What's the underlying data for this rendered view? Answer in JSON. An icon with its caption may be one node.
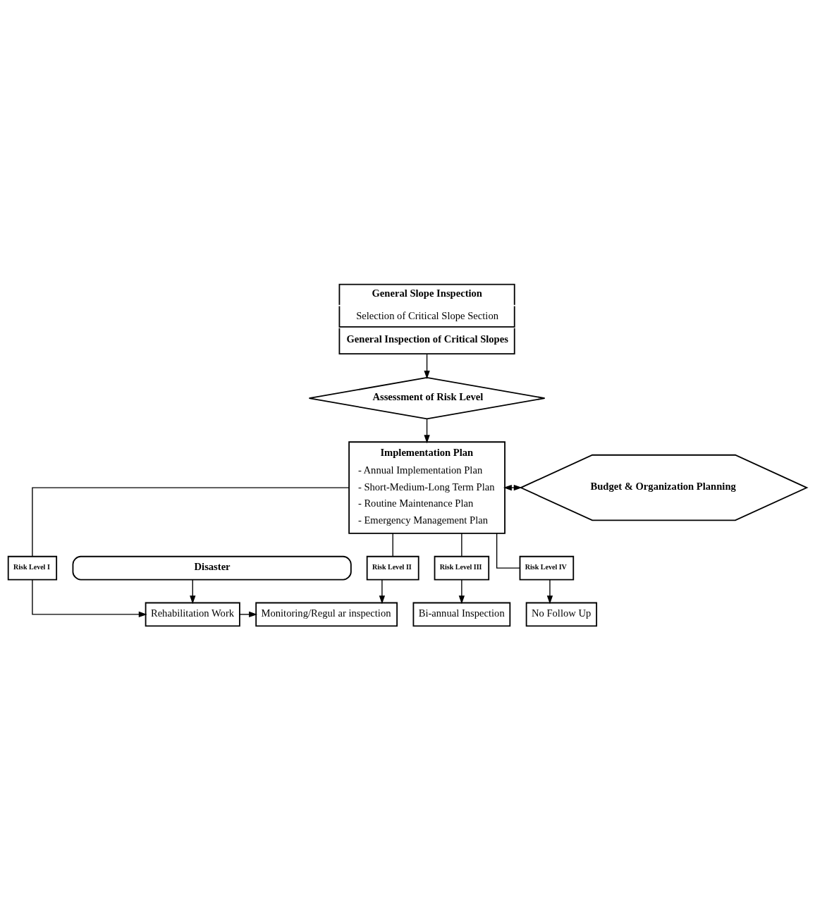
{
  "diagram": {
    "nodes": [
      {
        "text": [
          "General Slope Inspection",
          "Selection of Critical Slope Section",
          "General Inspection of Critical Slopes"
        ]
      },
      {
        "text": [
          "Assessment of Risk Level"
        ]
      },
      {
        "text": [
          "Implementation Plan",
          "- Annual Implementation Plan",
          "- Short-Medium-Long Term Plan",
          "- Routine Maintenance Plan",
          "- Emergency Management Plan"
        ]
      },
      {
        "text": [
          "Budget & Organization Planning"
        ]
      },
      {
        "text": [
          "Risk Level I"
        ]
      },
      {
        "text": [
          "Risk Level II"
        ]
      },
      {
        "text": [
          "Risk Level III"
        ]
      },
      {
        "text": [
          "Risk Level IV"
        ]
      },
      {
        "text": [
          "Rehabilitation Work"
        ]
      },
      {
        "text": [
          "Monitoring/Regul ar inspection"
        ]
      },
      {
        "text": [
          "Bi-annual Inspection"
        ]
      },
      {
        "text": [
          "No Follow Up"
        ]
      },
      {
        "text": [
          "Disaster"
        ]
      }
    ],
    "edges": [
      {
        "from": 0,
        "to": 1,
        "arrow": "to"
      },
      {
        "from": 1,
        "to": 2,
        "arrow": "to"
      },
      {
        "from": 2,
        "to": 3,
        "arrow": "both"
      },
      {
        "from": 2,
        "to": 4,
        "arrow": "none"
      },
      {
        "from": 2,
        "to": 5,
        "arrow": "none"
      },
      {
        "from": 2,
        "to": 6,
        "arrow": "none"
      },
      {
        "from": 2,
        "to": 7,
        "arrow": "none"
      },
      {
        "from": 4,
        "to": 8,
        "arrow": "to"
      },
      {
        "from": 5,
        "to": 9,
        "arrow": "to"
      },
      {
        "from": 6,
        "to": 10,
        "arrow": "to"
      },
      {
        "from": 7,
        "to": 11,
        "arrow": "to"
      },
      {
        "from": 8,
        "to": 9,
        "arrow": "to"
      },
      {
        "from": 12,
        "to": 8,
        "arrow": "to"
      }
    ]
  }
}
